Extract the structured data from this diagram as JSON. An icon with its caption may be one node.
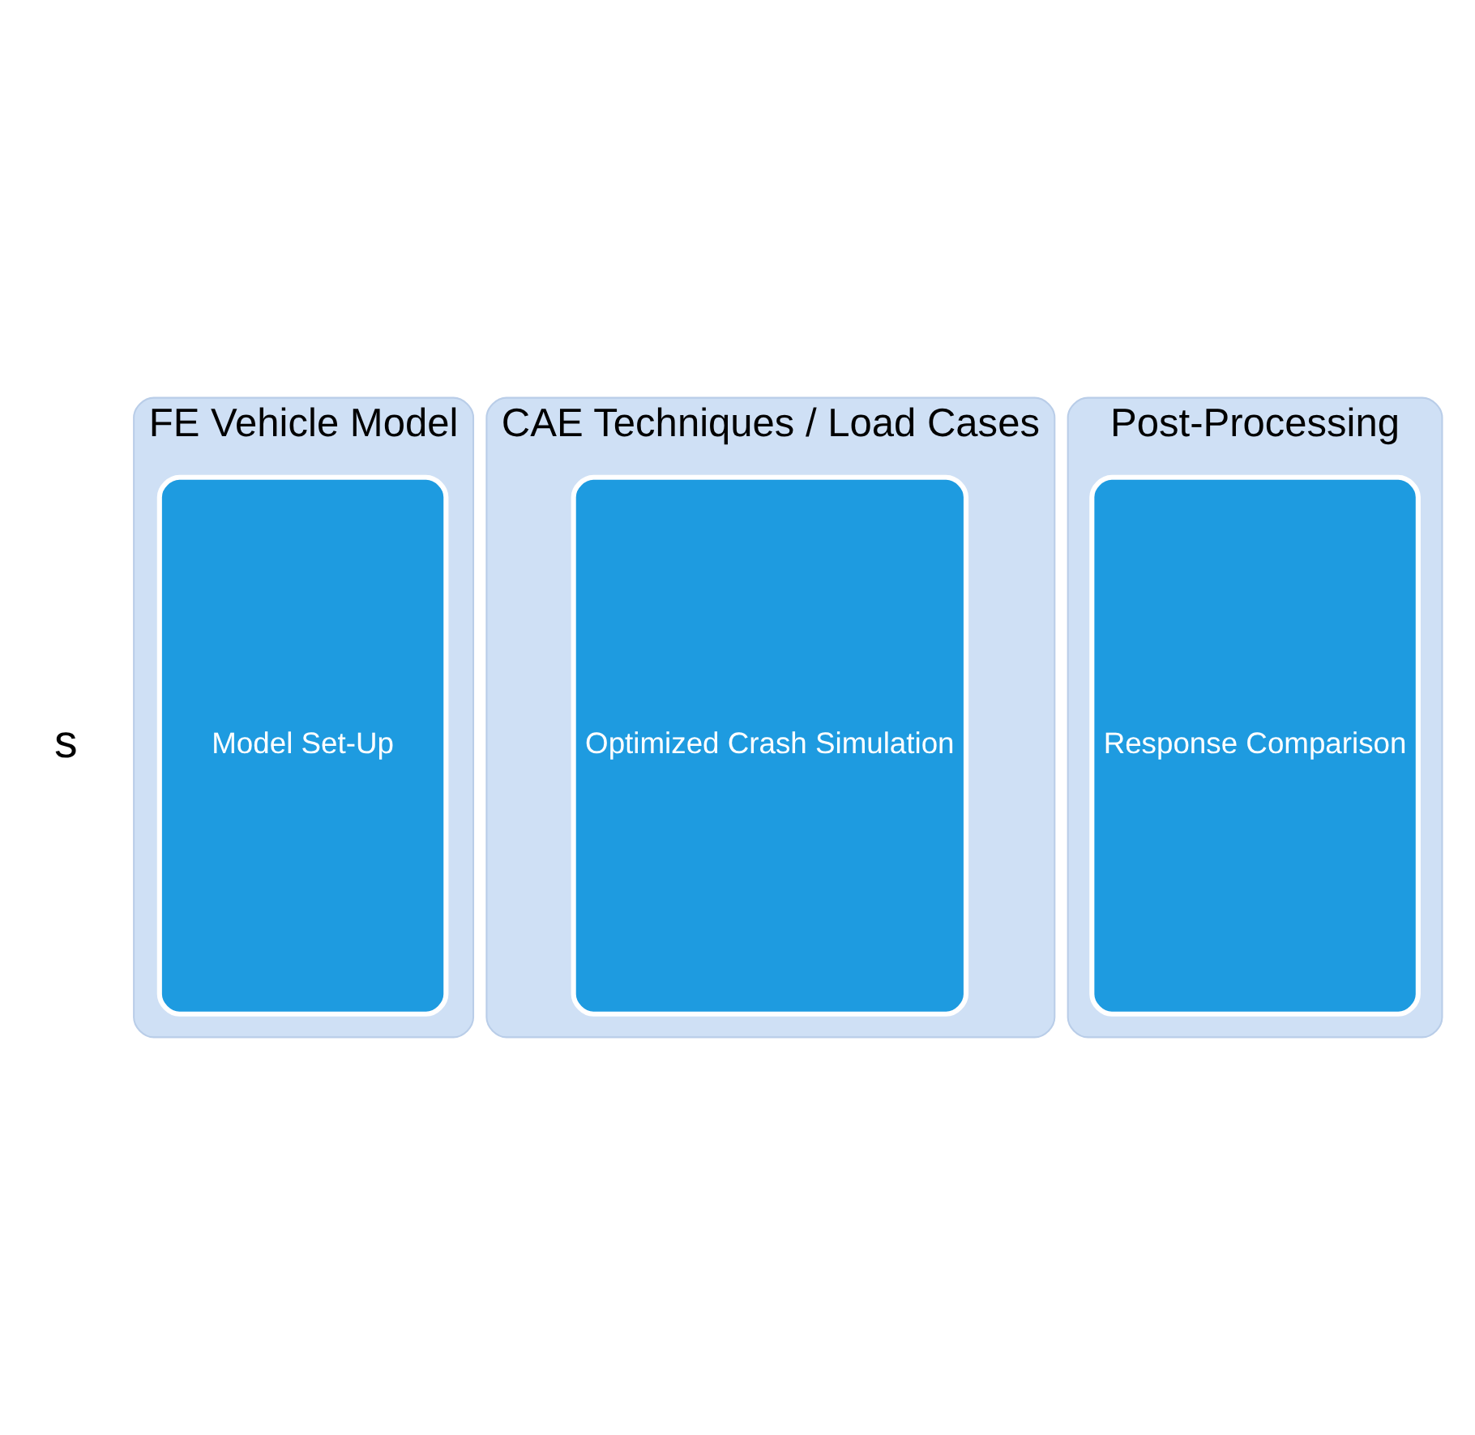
{
  "diagram": {
    "nodes": [
      {
        "text": [
          "FE Vehicle Model"
        ]
      },
      {
        "text": [
          "Model Set-Up"
        ],
        "in": 0
      },
      {
        "text": [
          "CAE Techniques / Load Cases"
        ]
      },
      {
        "text": [
          "Optimized Crash Simulation"
        ],
        "in": 2
      },
      {
        "text": [
          "Post-Processing"
        ]
      },
      {
        "text": [
          "Response Comparison"
        ],
        "in": 4
      }
    ],
    "labels": [
      "s"
    ]
  }
}
